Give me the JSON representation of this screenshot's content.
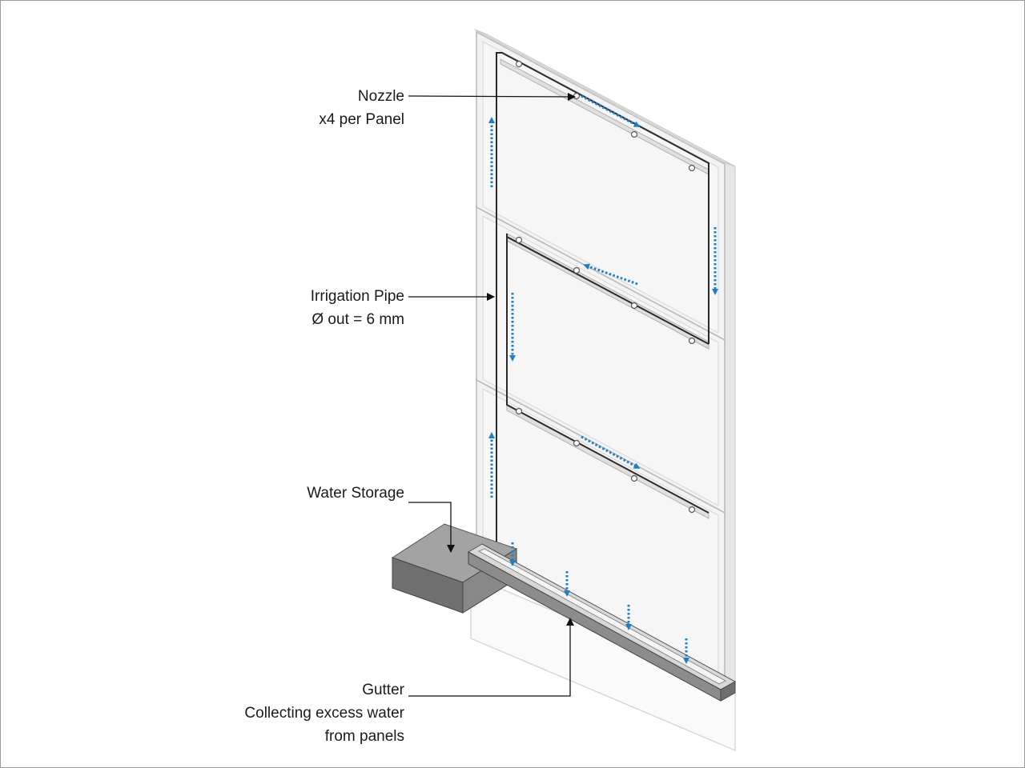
{
  "labels": {
    "nozzle": {
      "line1": "Nozzle",
      "line2": "x4 per Panel"
    },
    "irrigation_pipe": {
      "line1": "Irrigation Pipe",
      "line2": "Ø out = 6 mm"
    },
    "water_storage": {
      "line1": "Water Storage"
    },
    "gutter": {
      "line1": "Gutter",
      "line2": "Collecting excess water",
      "line3": "from panels"
    }
  },
  "colors": {
    "flow_arrow": "#1f7fc4",
    "pipe": "#2b2b2b",
    "panel_face": "#f2f2f2",
    "panel_edge": "#bdbdbd",
    "storage_top": "#9a9a9a",
    "storage_front": "#6f6f6f",
    "storage_side": "#858585",
    "gutter": "#8c8c8c",
    "frame_border": "#9a9a9a"
  }
}
